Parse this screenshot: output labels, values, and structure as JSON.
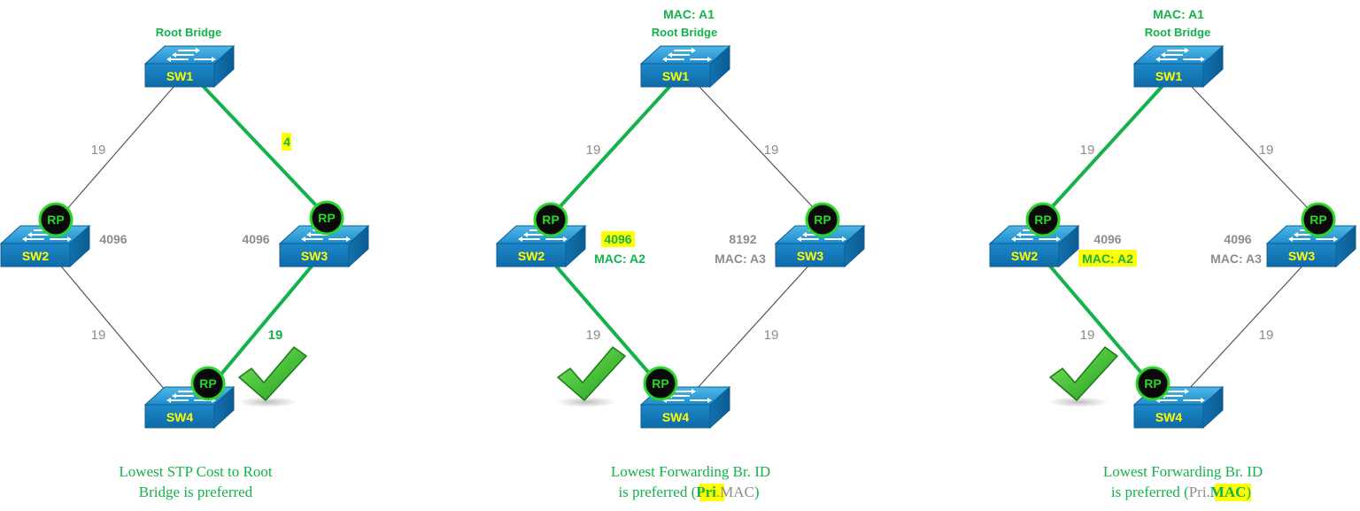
{
  "colors": {
    "green": "#14b24a",
    "gray_text": "#8c8c8c",
    "switch_label": "#ffff00",
    "rp_ring": "#2ad62a",
    "highlight": "#ffff00"
  },
  "icons": {
    "switch": "switch-icon",
    "root_port": "root-port-badge",
    "check": "checkmark-icon"
  },
  "panels": [
    {
      "root_label": "Root Bridge",
      "root_mac": "",
      "switches": {
        "sw1": "SW1",
        "sw2": "SW2",
        "sw3": "SW3",
        "sw4": "SW4"
      },
      "rp_text": "RP",
      "costs": {
        "sw1_sw2": "19",
        "sw1_sw3": "4",
        "sw2_sw4": "19",
        "sw3_sw4": "19"
      },
      "sw2_info": {
        "priority": "4096",
        "mac": ""
      },
      "sw3_info": {
        "priority": "4096",
        "mac": ""
      },
      "caption_line1": "Lowest STP Cost to Root",
      "caption_line2": "Bridge is preferred"
    },
    {
      "root_label": "Root Bridge",
      "root_mac": "MAC: A1",
      "switches": {
        "sw1": "SW1",
        "sw2": "SW2",
        "sw3": "SW3",
        "sw4": "SW4"
      },
      "rp_text": "RP",
      "costs": {
        "sw1_sw2": "19",
        "sw1_sw3": "19",
        "sw2_sw4": "19",
        "sw3_sw4": "19"
      },
      "sw2_info": {
        "priority": "4096",
        "mac": "MAC: A2"
      },
      "sw3_info": {
        "priority": "8192",
        "mac": "MAC: A3"
      },
      "caption_line1": "Lowest Forwarding Br. ID",
      "caption_line2_prefix": "is preferred (",
      "caption_pri": "Pri",
      "caption_dot": ".",
      "caption_mac": "MAC",
      "caption_suffix": ")"
    },
    {
      "root_label": "Root Bridge",
      "root_mac": "MAC: A1",
      "switches": {
        "sw1": "SW1",
        "sw2": "SW2",
        "sw3": "SW3",
        "sw4": "SW4"
      },
      "rp_text": "RP",
      "costs": {
        "sw1_sw2": "19",
        "sw1_sw3": "19",
        "sw2_sw4": "19",
        "sw3_sw4": "19"
      },
      "sw2_info": {
        "priority": "4096",
        "mac": "MAC: A2"
      },
      "sw3_info": {
        "priority": "4096",
        "mac": "MAC: A3"
      },
      "caption_line1": "Lowest Forwarding Br. ID",
      "caption_line2_prefix": "is preferred (",
      "caption_pri": "Pri",
      "caption_dot": ".",
      "caption_mac": "MAC",
      "caption_suffix": ")"
    }
  ]
}
